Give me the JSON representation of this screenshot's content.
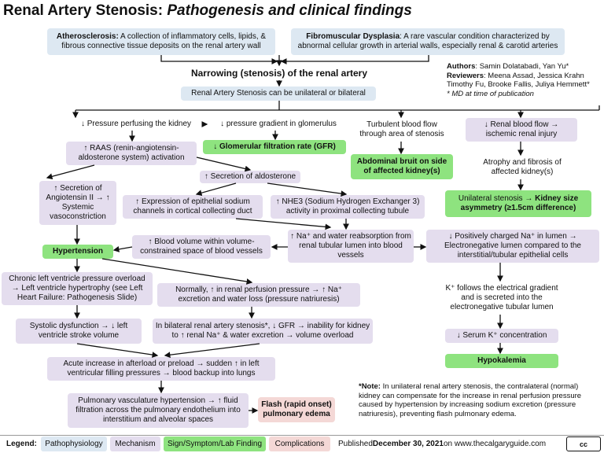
{
  "title": {
    "main": "Renal Artery Stenosis: ",
    "sub": "Pathogenesis and clinical findings"
  },
  "causes": {
    "atherosclerosis": {
      "term": "Atherosclerosis:",
      "text": " A collection of inflammatory cells, lipids, & fibrous connective tissue deposits on the renal artery wall"
    },
    "fmd": {
      "term": "Fibromuscular Dysplasia",
      "text": ": A rare vascular condition characterized by abnormal cellular growth in arterial walls, especially renal & carotid arteries"
    }
  },
  "narrowing": "Narrowing (stenosis) of the renal artery",
  "unilateral_bilateral": "Renal Artery Stenosis can be unilateral or bilateral",
  "credits": {
    "authors_label": "Authors",
    "authors": ": Samin Dolatabadi, Yan Yu*",
    "reviewers_label": "Reviewers",
    "reviewers": ": Meena Assad, Jessica Krahn Timothy Fu, Brooke Fallis, Juliya Hemmett*",
    "note": "* MD at time of publication"
  },
  "nodes": {
    "pressure_kidney": "↓ Pressure perfusing the kidney",
    "pressure_gradient": "↓ pressure gradient in glomerulus",
    "gfr": "↓ Glomerular filtration rate (GFR)",
    "raas": "↑ RAAS (renin-angiotensin-aldosterone system) activation",
    "aldosterone": "↑ Secretion of aldosterone",
    "angiotensin": "↑ Secretion of Angiotensin II → ↑ Systemic vasoconstriction",
    "enac": "↑ Expression of epithelial sodium channels in cortical collecting duct",
    "nhe3": "↑ NHE3 (Sodium Hydrogen Exchanger 3) activity in proximal collecting tubule",
    "na_reabsorption": "↑ Na⁺ and water reabsorption from renal tubular lumen into blood vessels",
    "blood_volume": "↑ Blood volume within volume-constrained space of blood vessels",
    "hypertension": "Hypertension",
    "lvh": "Chronic left ventricle pressure overload → Left ventricle hypertrophy (see Left Heart Failure: Pathogenesis Slide)",
    "systolic": "Systolic dysfunction → ↓ left ventricle stroke volume",
    "natriuresis": "Normally, ↑ in renal perfusion pressure → ↑ Na⁺ excretion and water loss (pressure natriuresis)",
    "bilateral": "In bilateral renal artery stenosis*, ↓ GFR → inability for kidney to ↑ renal Na⁺ & water excretion → volume overload",
    "afterload": "Acute increase in afterload or preload → sudden ↑ in left ventricular filling pressures → blood backup into lungs",
    "pulm_htn": "Pulmonary vasculature hypertension → ↑ fluid filtration across the pulmonary endothelium into interstitium and alveolar spaces",
    "flash_edema": "Flash (rapid onset) pulmonary edema",
    "turbulent": "Turbulent blood flow through area of stenosis",
    "bruit": "Abdominal bruit on side of affected kidney(s)",
    "renal_flow": "↓ Renal blood flow → ischemic renal injury",
    "atrophy": "Atrophy and fibrosis of affected kidney(s)",
    "size_asym_a": "Unilateral stenosis → ",
    "size_asym_b": "Kidney size asymmetry (≥1.5cm difference)",
    "lumen_charge": "↓ Positively charged Na⁺ in lumen → Electronegative lumen compared to the interstitial/tubular epithelial cells",
    "k_follows": "K⁺ follows the electrical gradient and is secreted into the electronegative tubular lumen",
    "serum_k": "↓ Serum K⁺ concentration",
    "hypokalemia": "Hypokalemia"
  },
  "note": {
    "label": "*Note:",
    "text": " In unilateral renal artery stenosis, the contralateral (normal) kidney can compensate for the increase in renal perfusion pressure caused by hypertension by increasing sodium excretion (pressure natriuresis), preventing flash pulmonary edema."
  },
  "legend": {
    "label": "Legend:",
    "items": [
      "Pathophysiology",
      "Mechanism",
      "Sign/Symptom/Lab Finding",
      "Complications"
    ],
    "published_prefix": "Published ",
    "published_date": "December 30, 2021",
    "published_suffix": " on www.thecalgaryguide.com",
    "cc_badge": "cc"
  },
  "colors": {
    "pathophysiology": "#dde8f2",
    "mechanism": "#e4ddee",
    "finding": "#8ee37f",
    "complication": "#f4d8d6"
  }
}
